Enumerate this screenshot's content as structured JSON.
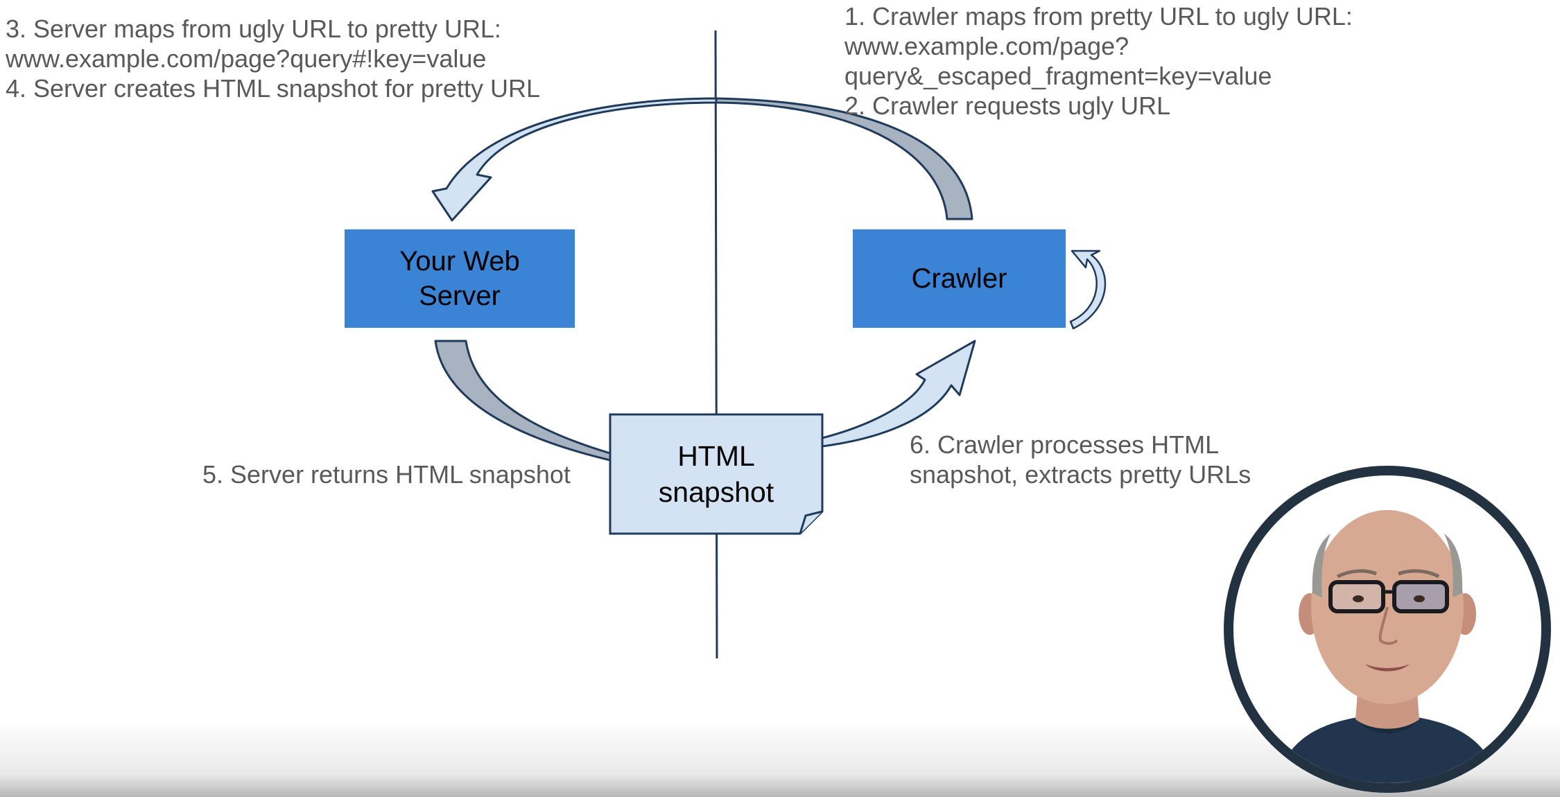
{
  "notes": {
    "step_3": "3. Server maps from ugly URL to pretty URL:",
    "step_3_url": "www.example.com/page?query#!key=value",
    "step_4": "4. Server creates HTML snapshot for pretty URL",
    "step_1": "1. Crawler maps from pretty URL to ugly URL:",
    "step_1_url_a": "www.example.com/page?",
    "step_1_url_b": "query&_escaped_fragment=key=value",
    "step_2": "2. Crawler requests ugly URL",
    "step_5": "5. Server returns HTML snapshot",
    "step_6_a": "6. Crawler processes HTML",
    "step_6_b": "snapshot, extracts pretty URLs"
  },
  "boxes": {
    "web_server_line1": "Your Web",
    "web_server_line2": "Server",
    "crawler": "Crawler",
    "snapshot_line1": "HTML",
    "snapshot_line2": "snapshot"
  },
  "colors": {
    "box_fill": "#3b83d4",
    "arrow_light": "#d3e3f3",
    "arrow_gray": "#a8b3c1",
    "outline": "#1f3a5a",
    "text": "#595959",
    "presenter_ring": "#223240"
  }
}
